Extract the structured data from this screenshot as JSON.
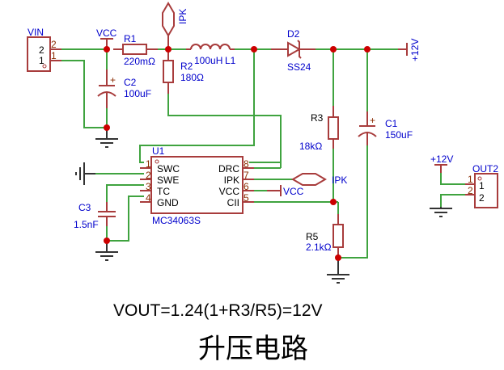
{
  "schematic": {
    "title": "升压电路",
    "formula": "VOUT=1.24(1+R3/R5)=12V",
    "colors": {
      "wire": "#3fa33f",
      "component": "#a83c3c",
      "label": "#0000cc",
      "junction": "#cc0000",
      "ground": "#333333"
    },
    "connectors": {
      "vin": {
        "name": "VIN",
        "pins": [
          "2",
          "1"
        ]
      },
      "out2": {
        "name": "OUT2",
        "pins": [
          "1",
          "2"
        ]
      }
    },
    "power_labels": {
      "vcc_top": "VCC",
      "vcc_pin6": "VCC",
      "plus12v_output": "+12V",
      "plus12v_out2": "+12V"
    },
    "net_flags": {
      "ipk_top": "IPK",
      "ipk_right": "IPK"
    },
    "components": {
      "r1": {
        "ref": "R1",
        "value": "220mΩ"
      },
      "r2": {
        "ref": "R2",
        "value": "180Ω"
      },
      "r3": {
        "ref": "R3",
        "value": "18kΩ"
      },
      "r5": {
        "ref": "R5",
        "value": "2.1kΩ"
      },
      "c1": {
        "ref": "C1",
        "value": "150uF"
      },
      "c2": {
        "ref": "C2",
        "value": "100uF"
      },
      "c3": {
        "ref": "C3",
        "value": "1.5nF"
      },
      "l1": {
        "ref": "L1",
        "value": "100uH"
      },
      "d2": {
        "ref": "D2",
        "value": "SS24"
      },
      "u1": {
        "ref": "U1",
        "part": "MC34063S",
        "left_pins": [
          {
            "num": "1",
            "name": "SWC"
          },
          {
            "num": "2",
            "name": "SWE"
          },
          {
            "num": "3",
            "name": "TC"
          },
          {
            "num": "4",
            "name": "GND"
          }
        ],
        "right_pins": [
          {
            "num": "8",
            "name": "DRC"
          },
          {
            "num": "7",
            "name": "IPK"
          },
          {
            "num": "6",
            "name": "VCC"
          },
          {
            "num": "5",
            "name": "CII"
          }
        ]
      }
    }
  }
}
